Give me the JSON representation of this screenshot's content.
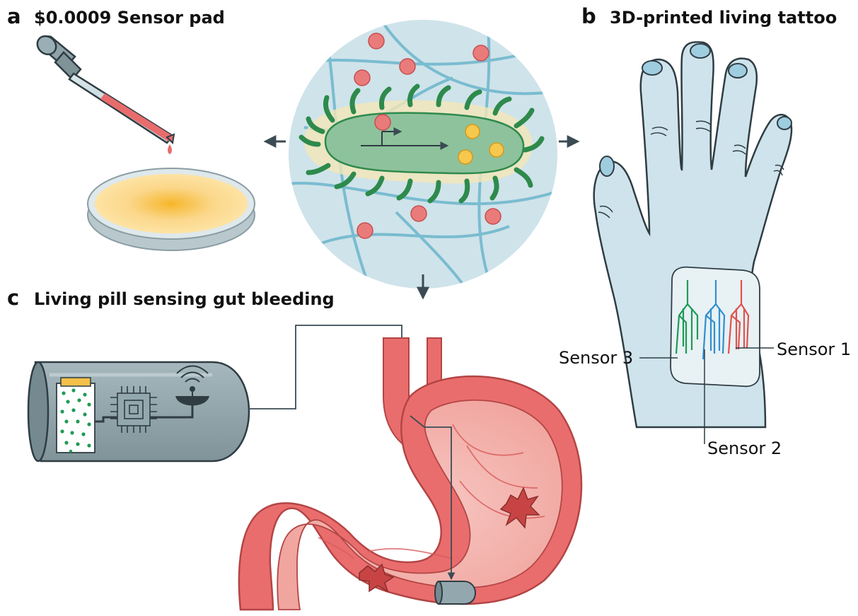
{
  "panels": {
    "a": {
      "letter": "a",
      "title": "$0.0009 Sensor pad"
    },
    "b": {
      "letter": "b",
      "title": "3D-printed living tattoo"
    },
    "c": {
      "letter": "c",
      "title": "Living pill sensing gut bleeding"
    }
  },
  "tattoo": {
    "sensor_1": "Sensor 1",
    "sensor_2": "Sensor 2",
    "sensor_3": "Sensor 3"
  },
  "colors": {
    "hydrogel": "#cfe3ea",
    "fiber": "#6bb6cc",
    "bacterium": "#8ec29c",
    "pili": "#2e8a4c",
    "target_molecule": "#ea7b7b",
    "reporter": "#f7c84e",
    "skin": "#cfe3ec",
    "sensor_1": "#e0524e",
    "sensor_2": "#2f8fd0",
    "sensor_3": "#1f9a55",
    "stomach_wall": "#ea6d6d",
    "stomach_inner": "#f4b9b4",
    "capsule": "#93a8ae",
    "arrow": "#3b4b53"
  },
  "icons": [
    "dropper-icon",
    "petri-dish-icon",
    "bacterium-icon",
    "hand-icon",
    "capsule-icon",
    "chip-icon",
    "antenna-icon",
    "stomach-icon"
  ]
}
